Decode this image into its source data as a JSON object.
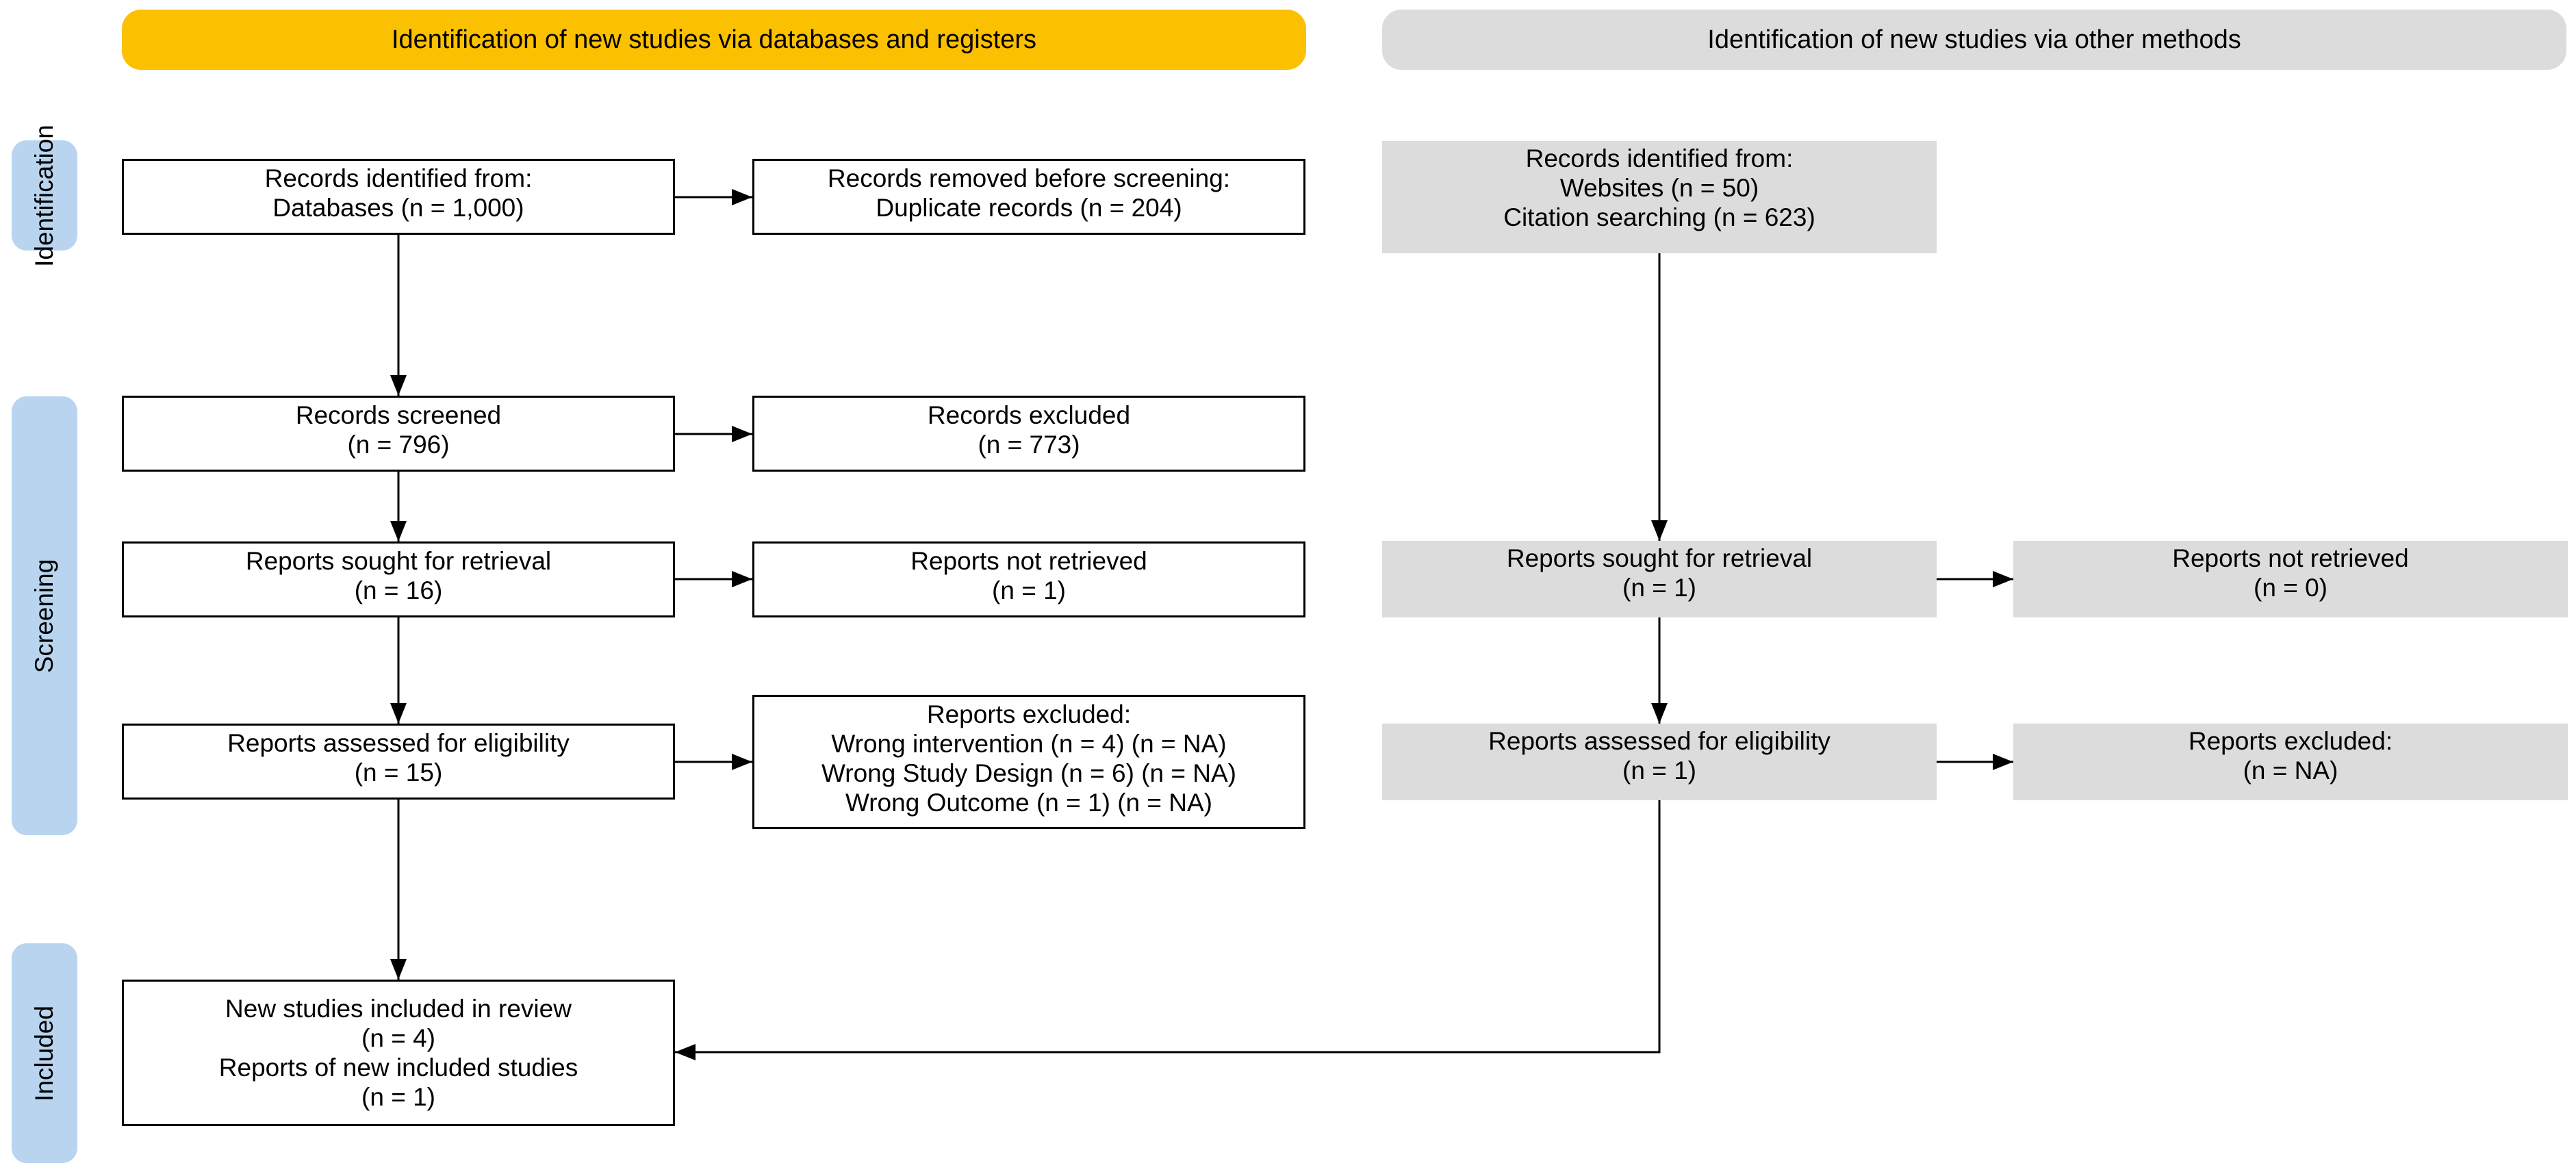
{
  "headers": {
    "databases": "Identification of new studies via databases and registers",
    "other": "Identification of new studies via other methods"
  },
  "phases": {
    "identification": "Identification",
    "screening": "Screening",
    "included": "Included"
  },
  "databases": {
    "identified": [
      "Records identified from:",
      "Databases (n = 1,000)"
    ],
    "removed": [
      "Records removed before screening:",
      "Duplicate records (n = 204)"
    ],
    "screened": [
      "Records screened",
      "(n = 796)"
    ],
    "excluded": [
      "Records excluded",
      "(n = 773)"
    ],
    "sought": [
      "Reports sought for retrieval",
      "(n = 16)"
    ],
    "not_retrieved": [
      "Reports not retrieved",
      "(n = 1)"
    ],
    "assessed": [
      "Reports assessed for eligibility",
      "(n = 15)"
    ],
    "reports_excluded": [
      "Reports excluded:",
      "Wrong intervention (n = 4) (n = NA)",
      "Wrong Study Design (n = 6) (n = NA)",
      "Wrong Outcome (n = 1) (n = NA)"
    ],
    "included": [
      "New studies included in review",
      "(n = 4)",
      "Reports of new included studies",
      "(n = 1)"
    ]
  },
  "other": {
    "identified": [
      "Records identified from:",
      "Websites (n = 50)",
      "Citation searching (n = 623)"
    ],
    "sought": [
      "Reports sought for retrieval",
      "(n = 1)"
    ],
    "not_retrieved": [
      "Reports not retrieved",
      "(n = 0)"
    ],
    "assessed": [
      "Reports assessed for eligibility",
      "(n = 1)"
    ],
    "reports_excluded": [
      "Reports excluded:",
      "(n = NA)"
    ]
  },
  "colors": {
    "database_header": "#fbc000",
    "other_header": "#dcdcdc",
    "phase_band": "#b8d4ef",
    "other_box": "#dcdcdc"
  }
}
